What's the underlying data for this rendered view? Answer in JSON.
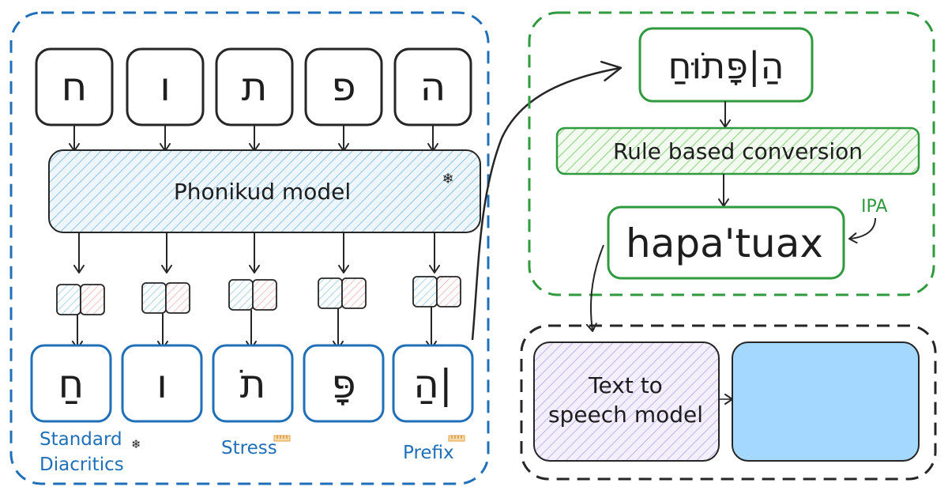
{
  "encoder": {
    "input_letters": [
      "ח",
      "ו",
      "ת",
      "פ",
      "ה"
    ],
    "model_label": "Phonikud model",
    "model_badge": "❄",
    "output_letters": [
      "חַ",
      "ו",
      "תֹ",
      "פָּ",
      "הַ|"
    ],
    "label_standard_line1": "Standard",
    "label_standard_line2": "Diacritics",
    "label_standard_badge": "❄",
    "label_stress": "Stress",
    "label_prefix": "Prefix"
  },
  "conversion": {
    "diacritized_word": "הַ|פָּתֹוּחַ",
    "rule_label": "Rule based conversion",
    "ipa_output": "hapa'tuax",
    "ipa_tag": "IPA"
  },
  "tts": {
    "model_line1": "Text to",
    "model_line2": "speech model"
  },
  "colors": {
    "blue": "#1f6fb9",
    "green": "#2f9a3e",
    "dark": "#262626",
    "model_fill": "#cfe6f7",
    "rule_fill": "#d6f1d2",
    "tts_fill": "#ddd3f5",
    "output_fill": "#a5d8ff",
    "half_blue": "#cfe8f7",
    "half_red": "#f8d7d7"
  }
}
